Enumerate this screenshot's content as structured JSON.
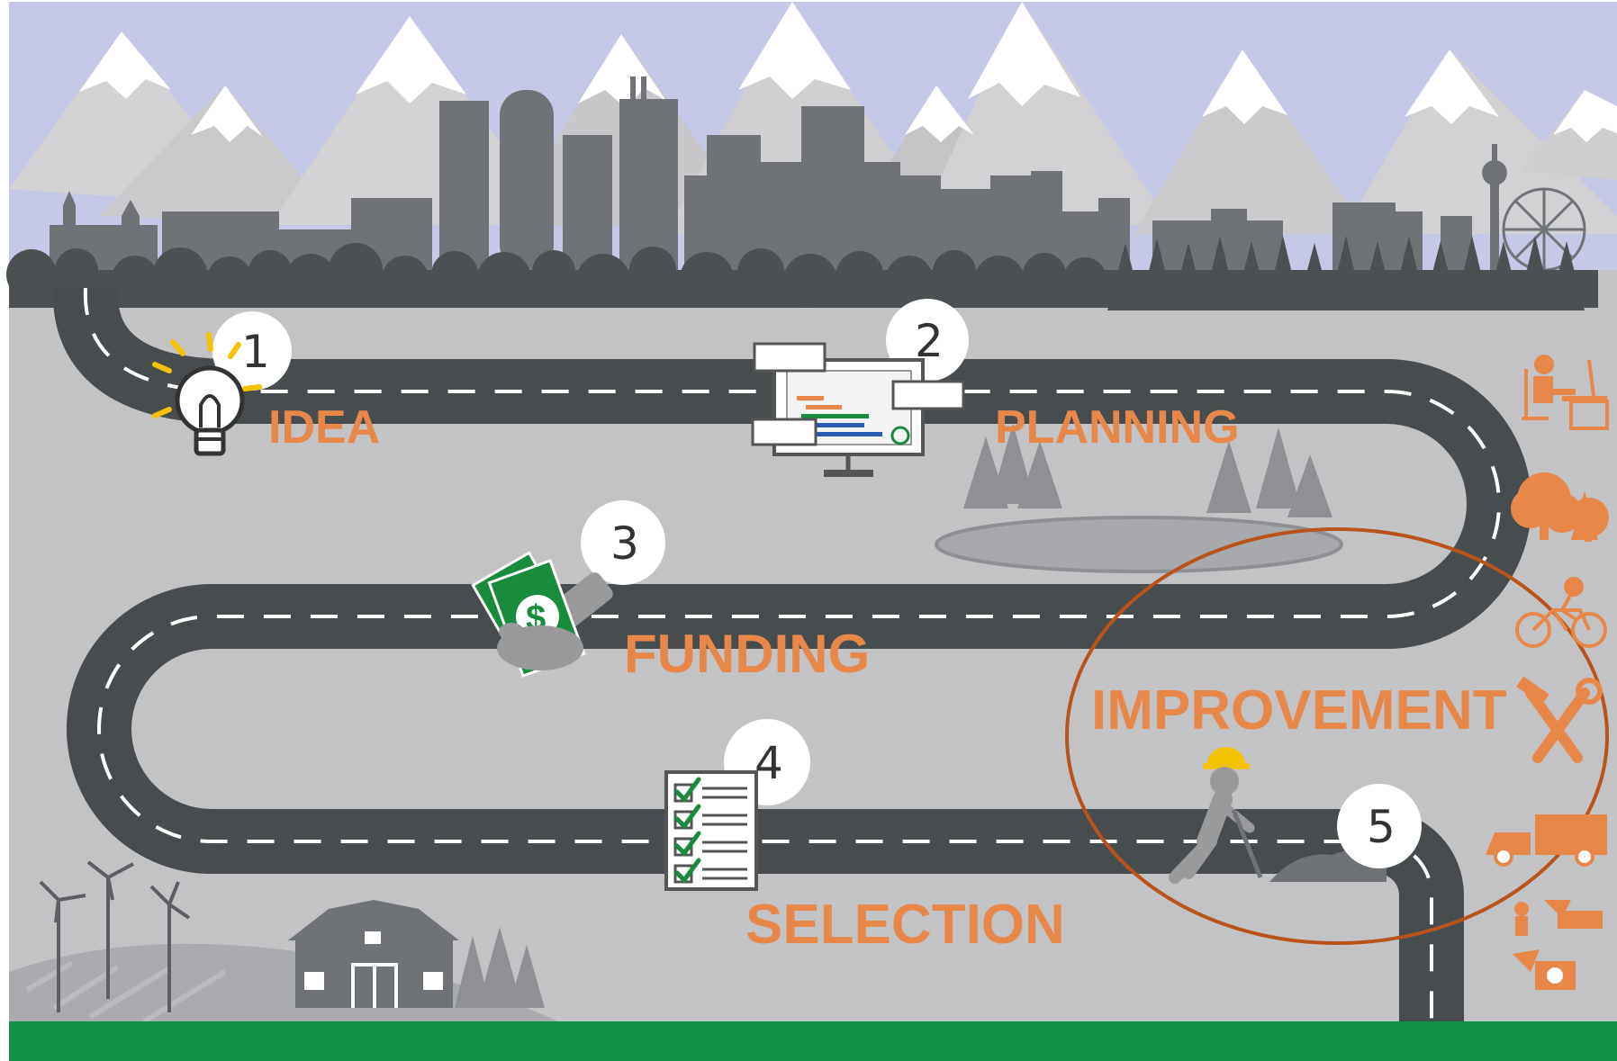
{
  "colors": {
    "sky": "#c5c8e6",
    "ground": "#c3c3c5",
    "road": "#474c4f",
    "road_dash": "#ffffff",
    "label": "#e8874a",
    "grass": "#0f9148",
    "highlight_ellipse": "#b8531b",
    "skyline": "#6f7378",
    "trees": "#4b5053"
  },
  "stages": [
    {
      "number": "1",
      "label": "IDEA",
      "icon": "lightbulb-icon"
    },
    {
      "number": "2",
      "label": "PLANNING",
      "icon": "gantt-monitor-icon"
    },
    {
      "number": "3",
      "label": "FUNDING",
      "icon": "money-hand-icon"
    },
    {
      "number": "4",
      "label": "SELECTION",
      "icon": "checklist-icon"
    },
    {
      "number": "5",
      "label": "IMPROVEMENT",
      "icon": "construction-worker-icon"
    }
  ],
  "side_icons": [
    "office-desk-icon",
    "orange-trees-icon",
    "cyclist-icon",
    "hammer-wrench-icon",
    "truck-icon",
    "recycle-colorado-icon"
  ]
}
